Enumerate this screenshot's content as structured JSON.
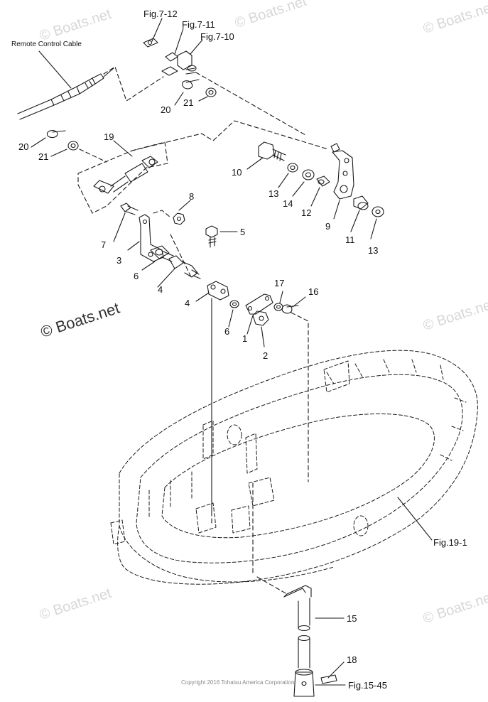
{
  "watermark": "© Boats.net",
  "copyright": "Copyright 2016 Tohatsu America Corporation",
  "cable_label": "Remote Control Cable",
  "fig_refs": {
    "fig_7_12": "Fig.7-12",
    "fig_7_11": "Fig.7-11",
    "fig_7_10": "Fig.7-10",
    "fig_19_1": "Fig.19-1",
    "fig_15_45": "Fig.15-45"
  },
  "callouts": {
    "c20a": "20",
    "c21a": "21",
    "c20b": "20",
    "c21b": "21",
    "c19": "19",
    "c10": "10",
    "c13a": "13",
    "c14": "14",
    "c12": "12",
    "c9": "9",
    "c11": "11",
    "c13b": "13",
    "c8": "8",
    "c5": "5",
    "c7": "7",
    "c3": "3",
    "c6a": "6",
    "c4a": "4",
    "c4b": "4",
    "c6b": "6",
    "c1": "1",
    "c2": "2",
    "c17": "17",
    "c16": "16",
    "c15": "15",
    "c18": "18"
  },
  "colors": {
    "line": "#1a1a1a",
    "watermark": "#d7d7d7"
  }
}
